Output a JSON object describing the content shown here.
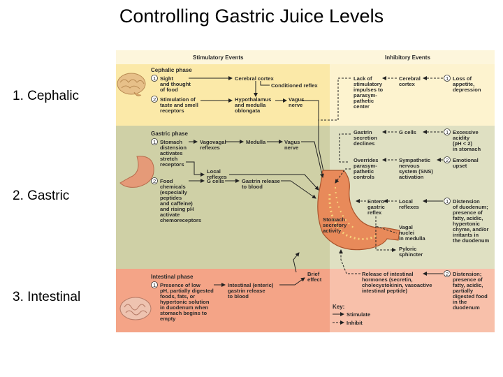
{
  "title": "Controlling Gastric Juice Levels",
  "phase_labels": [
    "1. Cephalic",
    "2. Gastric",
    "3. Intestinal"
  ],
  "figure": {
    "headers": {
      "stimulatory": "Stimulatory Events",
      "inhibitory": "Inhibitory Events"
    },
    "cephalic": {
      "title": "Cephalic phase",
      "n1": "1",
      "sight": [
        "Sight",
        "and thought",
        "of food"
      ],
      "n2": "2",
      "stim": [
        "Stimulation of",
        "taste and smell",
        "receptors"
      ],
      "cortex": "Cerebral cortex",
      "reflex": "Conditioned reflex",
      "hypo": [
        "Hypothalamus",
        "and medulla",
        "oblongata"
      ],
      "vagus": [
        "Vagus",
        "nerve"
      ],
      "lack": [
        "Lack of",
        "stimulatory",
        "impulses to",
        "parasym-",
        "pathetic",
        "center"
      ],
      "cortex2": [
        "Cerebral",
        "cortex"
      ],
      "loss": [
        "Loss of",
        "appetite,",
        "depression"
      ]
    },
    "gastric": {
      "title": "Gastric phase",
      "n1": "1",
      "stomach": [
        "Stomach",
        "distension",
        "activates",
        "stretch",
        "receptors"
      ],
      "vagovagal": [
        "Vagovagal",
        "reflexes"
      ],
      "medulla": "Medulla",
      "vagus": [
        "Vagus",
        "nerve"
      ],
      "local": [
        "Local",
        "reflexes"
      ],
      "n2": "2",
      "food": [
        "Food",
        "chemicals",
        "(especially",
        "peptides",
        "and caffeine)",
        "and rising pH",
        "activate",
        "chemoreceptors"
      ],
      "gcells": "G cells",
      "gastrin_release": [
        "Gastrin release",
        "to blood"
      ],
      "gastrin_decl": [
        "Gastrin",
        "secretion",
        "declines"
      ],
      "gcells2": "G cells",
      "excess": [
        "Excessive",
        "acidity",
        "(pH < 2)",
        "in stomach"
      ],
      "overrides": [
        "Overrides",
        "parasym-",
        "pathetic",
        "controls"
      ],
      "sympathetic": [
        "Sympathetic",
        "nervous",
        "system (SNS)",
        "activation"
      ],
      "emotional": [
        "Emotional",
        "upset"
      ],
      "stomach_act": [
        "Stomach",
        "secretory",
        "activity"
      ],
      "entero": [
        "Entero-",
        "gastric",
        "reflex"
      ],
      "local2": [
        "Local",
        "reflexes"
      ],
      "distension": [
        "Distension",
        "of duodenum;",
        "presence of",
        "fatty, acidic,",
        "hypertonic",
        "chyme, and/or",
        "irritants in",
        "the duodenum"
      ],
      "vagal": [
        "Vagal",
        "nuclei",
        "in medulla"
      ],
      "pyloric": [
        "Pyloric",
        "sphincter"
      ]
    },
    "intestinal": {
      "title": "Intestinal phase",
      "n1": "1",
      "presence": [
        "Presence of low",
        "pH, partially digested",
        "foods, fats, or",
        "hypertonic solution",
        "in duodenum when",
        "stomach begins to",
        "empty"
      ],
      "release": [
        "Intestinal (enteric)",
        "gastrin release",
        "to blood"
      ],
      "brief": [
        "Brief",
        "effect"
      ],
      "hormones": [
        "Release of intestinal",
        "hormones (secretin,",
        "cholecystokinin, vasoactive",
        "intestinal peptide)"
      ],
      "n2": "2",
      "dist2": [
        "Distension;",
        "presence of",
        "fatty, acidic,",
        "partially",
        "digested food",
        "in the",
        "duodenum"
      ],
      "key_title": "Key:",
      "key_stim": "Stimulate",
      "key_inhib": "Inhibit"
    }
  },
  "colors": {
    "cephalic_bg": "#fbe9a8",
    "cephalic_bg_right": "#fdf3cf",
    "gastric_bg": "#cfd0a6",
    "gastric_bg_right": "#dfe0c2",
    "intestinal_bg": "#f4a487",
    "intestinal_bg_right": "#f8c0aa",
    "stomach": "#e88a5a"
  }
}
